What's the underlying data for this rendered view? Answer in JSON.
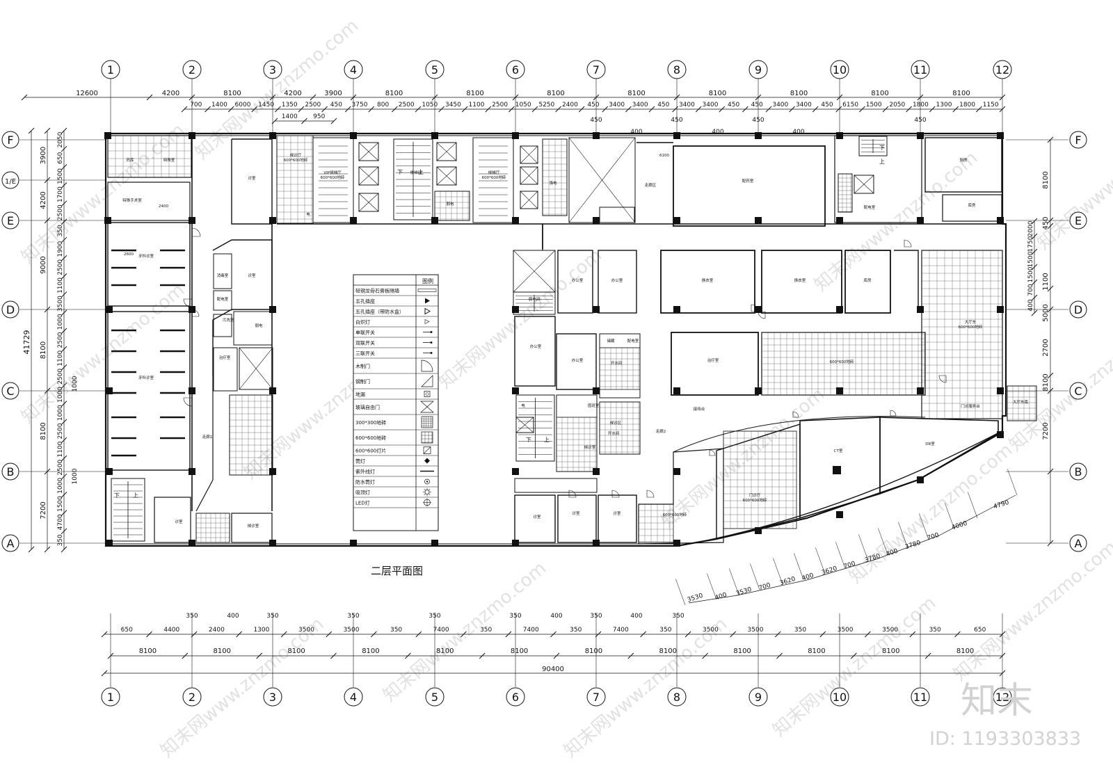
{
  "title": "二层平面图",
  "grid": {
    "columns": [
      "1",
      "2",
      "3",
      "4",
      "5",
      "6",
      "7",
      "8",
      "9",
      "10",
      "11",
      "12"
    ],
    "rows": [
      "A",
      "B",
      "C",
      "D",
      "E",
      "F"
    ],
    "extra_row": "1/E"
  },
  "dims": {
    "top_main": [
      "12600",
      "4200",
      "8100",
      "4200",
      "3900",
      "8100",
      "8100",
      "8100",
      "8100",
      "8100",
      "8100",
      "8100",
      "8100"
    ],
    "top_detail": [
      "700",
      "1400",
      "6000",
      "1450",
      "1350",
      "2500",
      "450",
      "3750",
      "800",
      "2500",
      "1050",
      "3450",
      "1100",
      "2500",
      "1050",
      "5250",
      "2400",
      "450",
      "3400",
      "3400",
      "450",
      "3400",
      "3400",
      "450",
      "450",
      "3400",
      "3400",
      "450",
      "6150",
      "1500",
      "2050",
      "1800",
      "1300",
      "1800",
      "1150"
    ],
    "top_sub": [
      "1400",
      "950",
      "450",
      "450",
      "450",
      "450"
    ],
    "top_small": [
      "400",
      "400",
      "400"
    ],
    "bottom_detail": [
      "650",
      "4400",
      "2400",
      "1300",
      "3500",
      "3500",
      "350",
      "7400",
      "350",
      "7400",
      "350",
      "7400",
      "350",
      "3500",
      "3500",
      "350",
      "3500",
      "3500",
      "350",
      "650"
    ],
    "bottom_small": [
      "350",
      "400",
      "350",
      "350",
      "350",
      "350",
      "400",
      "350",
      "400",
      "350"
    ],
    "bottom_main": [
      "8100",
      "8100",
      "8100",
      "8100",
      "8100",
      "8100",
      "8100",
      "8100",
      "8100",
      "8100",
      "8100",
      "8100"
    ],
    "bottom_total": "90400",
    "left_total": "41729",
    "left_outer": [
      "3900",
      "4200",
      "9000",
      "8100",
      "8100",
      "7200"
    ],
    "left_inner": [
      "2050",
      "650",
      "1500",
      "1700",
      "2500",
      "350",
      "1900",
      "2500",
      "1100",
      "3500",
      "1000",
      "2500",
      "1100",
      "2500",
      "1000",
      "1000",
      "2500",
      "1100",
      "2500",
      "1000",
      "1500",
      "4700",
      "350"
    ],
    "left_extra": [
      "1000",
      "1000"
    ],
    "right_outer": [
      "8100",
      "450",
      "1100",
      "5000",
      "2700",
      "8100",
      "7200"
    ],
    "right_inner": [
      "2000",
      "1750",
      "1500",
      "1500",
      "700",
      "400"
    ],
    "curve": [
      "3530",
      "400",
      "3530",
      "700",
      "3620",
      "400",
      "3620",
      "700",
      "3780",
      "400",
      "3780",
      "700",
      "4000",
      "4790"
    ]
  },
  "legend": {
    "title": "图例",
    "items": [
      "轻钢龙骨石膏板隔墙",
      "五孔插座",
      "五孔插座（带防水盒）",
      "白炽灯",
      "单联开关",
      "双联开关",
      "三联开关",
      "木制门",
      "钢制门",
      "地漏",
      "玻璃自由门",
      "300*300地砖",
      "600*600地砖",
      "600*600灯片",
      "筒灯",
      "紫外线灯",
      "防水筒灯",
      "吸顶灯",
      "LED灯"
    ]
  },
  "rooms": {
    "r1": "药库",
    "r2": "特殊室",
    "r3": "特殊手术室",
    "r4": "牙科诊室",
    "r5": "牙科诊室",
    "r6": "诊室",
    "r7": "诊室",
    "r8": "走廊1",
    "r9": "诊室",
    "r10": "配电室",
    "r11": "消毒室",
    "r12": "治疗室",
    "r13": "污洗室",
    "r14": "弱电",
    "r15": "候诊厅",
    "r16": "600*600地砖",
    "r17": "VIP候梯厅",
    "r18": "600*600地砖",
    "r19": "候梯厅",
    "r20": "600*600地砖",
    "r21": "弱电",
    "r22": "电",
    "r23": "楼梯间",
    "r24": "强电",
    "r25": "办公室",
    "r26": "办公室",
    "r27": "弱电间",
    "r28": "办公室",
    "r29": "办公室",
    "r30": "储藏",
    "r31": "配电室",
    "r32": "开水间",
    "r33": "走廊2",
    "r34": "接待台",
    "r35": "治疗室",
    "r36": "600*600地砖",
    "r37": "走廊区",
    "r38": "配药室",
    "r39": "换衣室",
    "r40": "换衣室",
    "r41": "库房",
    "r42": "配电室",
    "r43": "厨房",
    "r44": "库房",
    "r45": "大厅东",
    "r46": "600*600地砖",
    "r47": "门诊服务台",
    "r48": "大厅东南",
    "r49": "600*600地砖",
    "r50": "门诊厅",
    "r51": "600*600地砖",
    "r52": "CT室",
    "r53": "DR室",
    "r54": "诊室",
    "r55": "诊室",
    "r56": "诊室",
    "r57": "候诊室",
    "r58": "候诊室",
    "r59": "值班室",
    "r60": "开水间",
    "r61": "候诊区",
    "r62": "电",
    "r63": "6100",
    "r64": "2400",
    "r65": "2600"
  },
  "stair_labels": [
    "下",
    "上"
  ],
  "watermark": {
    "brand": "知末",
    "site": "www.znzmo.com",
    "site_cn": "知末网",
    "id": "ID: 1193303833"
  },
  "colors": {
    "ink": "#111111",
    "watermark": "#c9c9c9"
  }
}
